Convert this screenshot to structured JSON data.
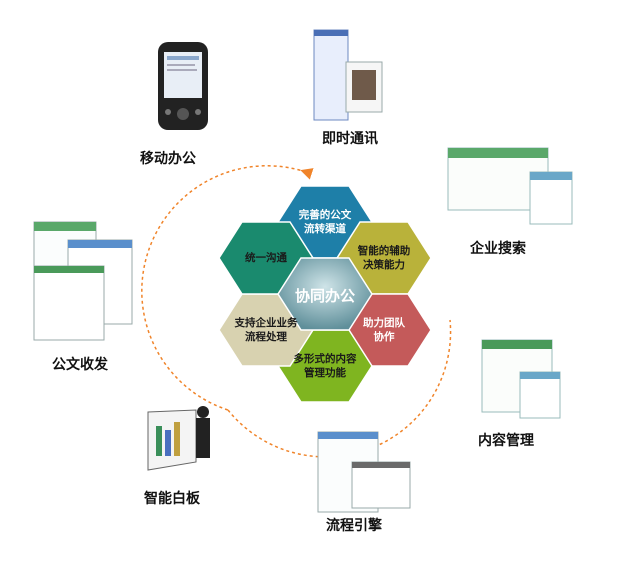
{
  "center": {
    "label": "协同办公"
  },
  "hexagons": [
    {
      "id": "top",
      "label": "完善的公文\n流转渠道",
      "color": "#1e7fa8"
    },
    {
      "id": "upper-right",
      "label": "智能的辅助\n决策能力",
      "color": "#b9b23a"
    },
    {
      "id": "lower-right",
      "label": "助力团队\n协作",
      "color": "#c45a5a"
    },
    {
      "id": "bottom",
      "label": "多形式的内容\n管理功能",
      "color": "#7fb520"
    },
    {
      "id": "lower-left",
      "label": "支持企业业务\n流程处理",
      "color": "#d8d2b0"
    },
    {
      "id": "upper-left",
      "label": "统一沟通",
      "color": "#1a8a6e"
    }
  ],
  "modules": [
    {
      "id": "mobile",
      "label": "移动办公",
      "icon": "mobile-phone-icon"
    },
    {
      "id": "im",
      "label": "即时通讯",
      "icon": "messenger-window-icon"
    },
    {
      "id": "search",
      "label": "企业搜索",
      "icon": "search-screens-icon"
    },
    {
      "id": "content",
      "label": "内容管理",
      "icon": "content-screens-icon"
    },
    {
      "id": "workflow",
      "label": "流程引擎",
      "icon": "workflow-screens-icon"
    },
    {
      "id": "whiteboard",
      "label": "智能白板",
      "icon": "whiteboard-icon"
    },
    {
      "id": "documents",
      "label": "公文收发",
      "icon": "document-screens-icon"
    }
  ]
}
